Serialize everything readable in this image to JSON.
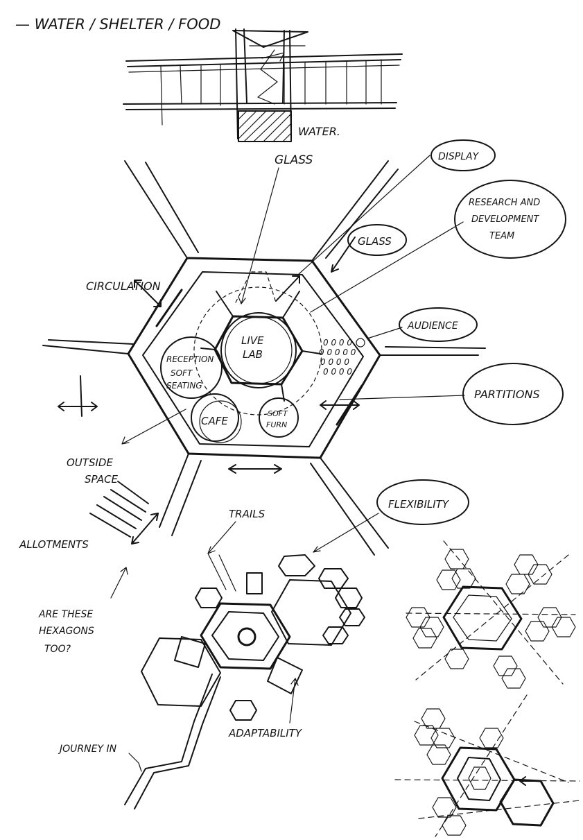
{
  "header": {
    "title": "— WATER / SHELTER / FOOD",
    "section_label": "WATER."
  },
  "plan_labels": {
    "glass_top": "GLASS",
    "display": "DISPLAY",
    "research_team": [
      "RESEARCH AND",
      "DEVELOPMENT",
      "TEAM"
    ],
    "glass_right": "GLASS",
    "circulation": "CIRCULATION",
    "audience": "AUDIENCE",
    "live_lab": [
      "LIVE",
      "LAB"
    ],
    "reception": [
      "RECEPTION",
      "SOFT",
      "SEATING"
    ],
    "cafe": "CAFE",
    "soft_furn": [
      "SOFT",
      "FURN"
    ],
    "partitions": "PARTITIONS",
    "outside_space": [
      "OUTSIDE",
      "SPACE"
    ],
    "allotments": "ALLOTMENTS",
    "flexibility": "FLEXIBILITY",
    "trails": "TRAILS",
    "question": [
      "ARE THESE",
      "HEXAGONS",
      "TOO?"
    ],
    "adaptability": "ADAPTABILITY",
    "journey_in": "JOURNEY IN"
  }
}
